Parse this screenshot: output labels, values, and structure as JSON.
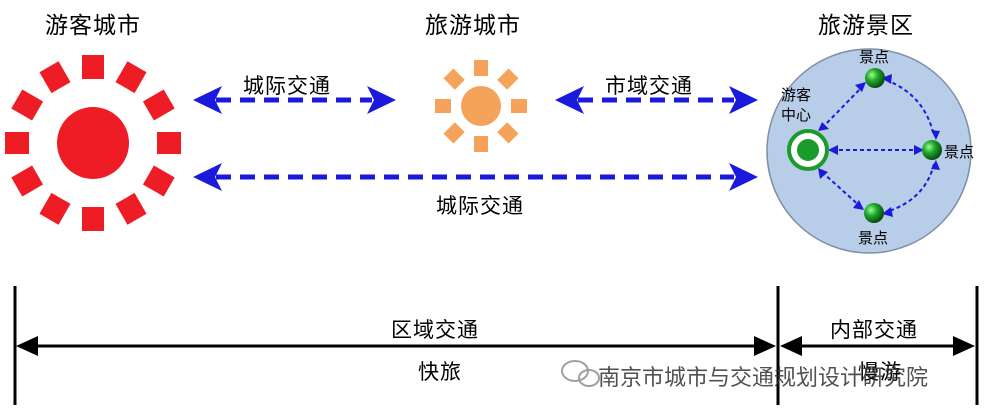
{
  "nodes": {
    "source_city": "游客城市",
    "tourism_city": "旅游城市",
    "scenic_area": "旅游景区"
  },
  "links": {
    "intercity_upper": "城际交通",
    "municipal": "市域交通",
    "intercity_lower": "城际交通"
  },
  "scenic": {
    "visitor_center_line1": "游客",
    "visitor_center_line2": "中心",
    "spot_top": "景点",
    "spot_right": "景点",
    "spot_bottom": "景点"
  },
  "ranges": {
    "regional_transport": "区域交通",
    "fast_travel": "快旅",
    "internal_transport": "内部交通",
    "slow_tour": "慢游"
  },
  "watermark": "南京市城市与交通规划设计研究院",
  "colors": {
    "source_city": "#ee1c24",
    "tourism_city": "#f5a35a",
    "arrow_blue": "#1a1adc",
    "scenic_fill": "#b7cde8",
    "spot_green": "#1a9b2a"
  }
}
